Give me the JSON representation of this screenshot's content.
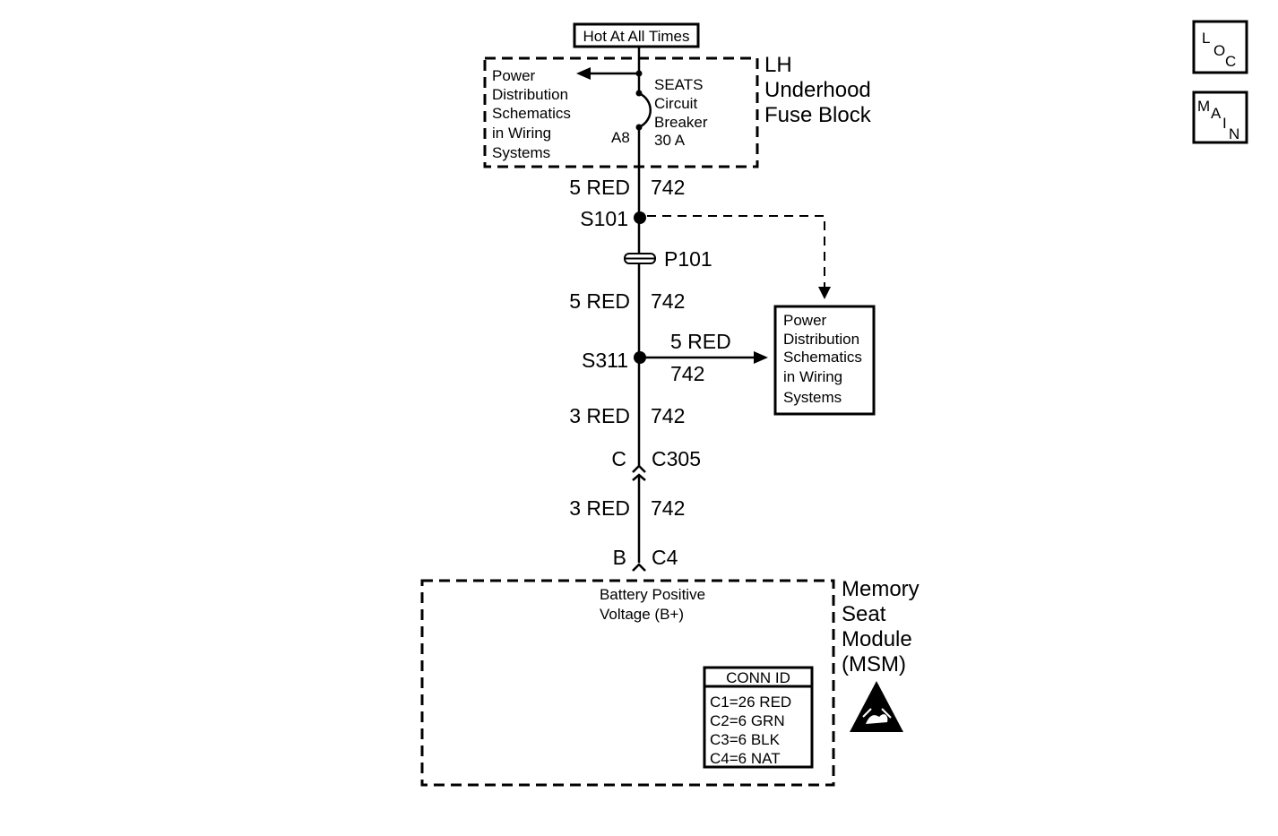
{
  "title": "Hot At All Times",
  "fuse_block": {
    "name_lines": [
      "LH",
      "Underhood",
      "Fuse Block"
    ],
    "ref_lines": [
      "Power",
      "Distribution",
      "Schematics",
      "in Wiring",
      "Systems"
    ],
    "breaker_lines": [
      "SEATS",
      "Circuit",
      "Breaker",
      "30 A"
    ],
    "terminal": "A8"
  },
  "wires": {
    "w1": {
      "size_color": "5 RED",
      "circuit": "742"
    },
    "w2": {
      "size_color": "5 RED",
      "circuit": "742"
    },
    "branch": {
      "size_color": "5 RED",
      "circuit": "742"
    },
    "w3": {
      "size_color": "3 RED",
      "circuit": "742"
    },
    "w4": {
      "size_color": "3 RED",
      "circuit": "742"
    }
  },
  "splices": {
    "s101": "S101",
    "s311": "S311"
  },
  "pass_through": "P101",
  "power_ref_box": {
    "lines": [
      "Power",
      "Distribution",
      "Schematics",
      "in Wiring",
      "Systems"
    ]
  },
  "connectors": {
    "c305": {
      "pin": "C",
      "name": "C305"
    },
    "c4": {
      "pin": "B",
      "name": "C4"
    }
  },
  "module": {
    "name_lines": [
      "Memory",
      "Seat",
      "Module",
      "(MSM)"
    ],
    "function_lines": [
      "Battery Positive",
      "Voltage (B+)"
    ],
    "conn_id": {
      "header": "CONN ID",
      "rows": [
        "C1=26 RED",
        "C2=6 GRN",
        "C3=6 BLK",
        "C4=6 NAT"
      ]
    }
  },
  "nav": {
    "loc": [
      "L",
      "O",
      "C"
    ],
    "main": [
      "M",
      "A",
      "I",
      "N"
    ]
  }
}
